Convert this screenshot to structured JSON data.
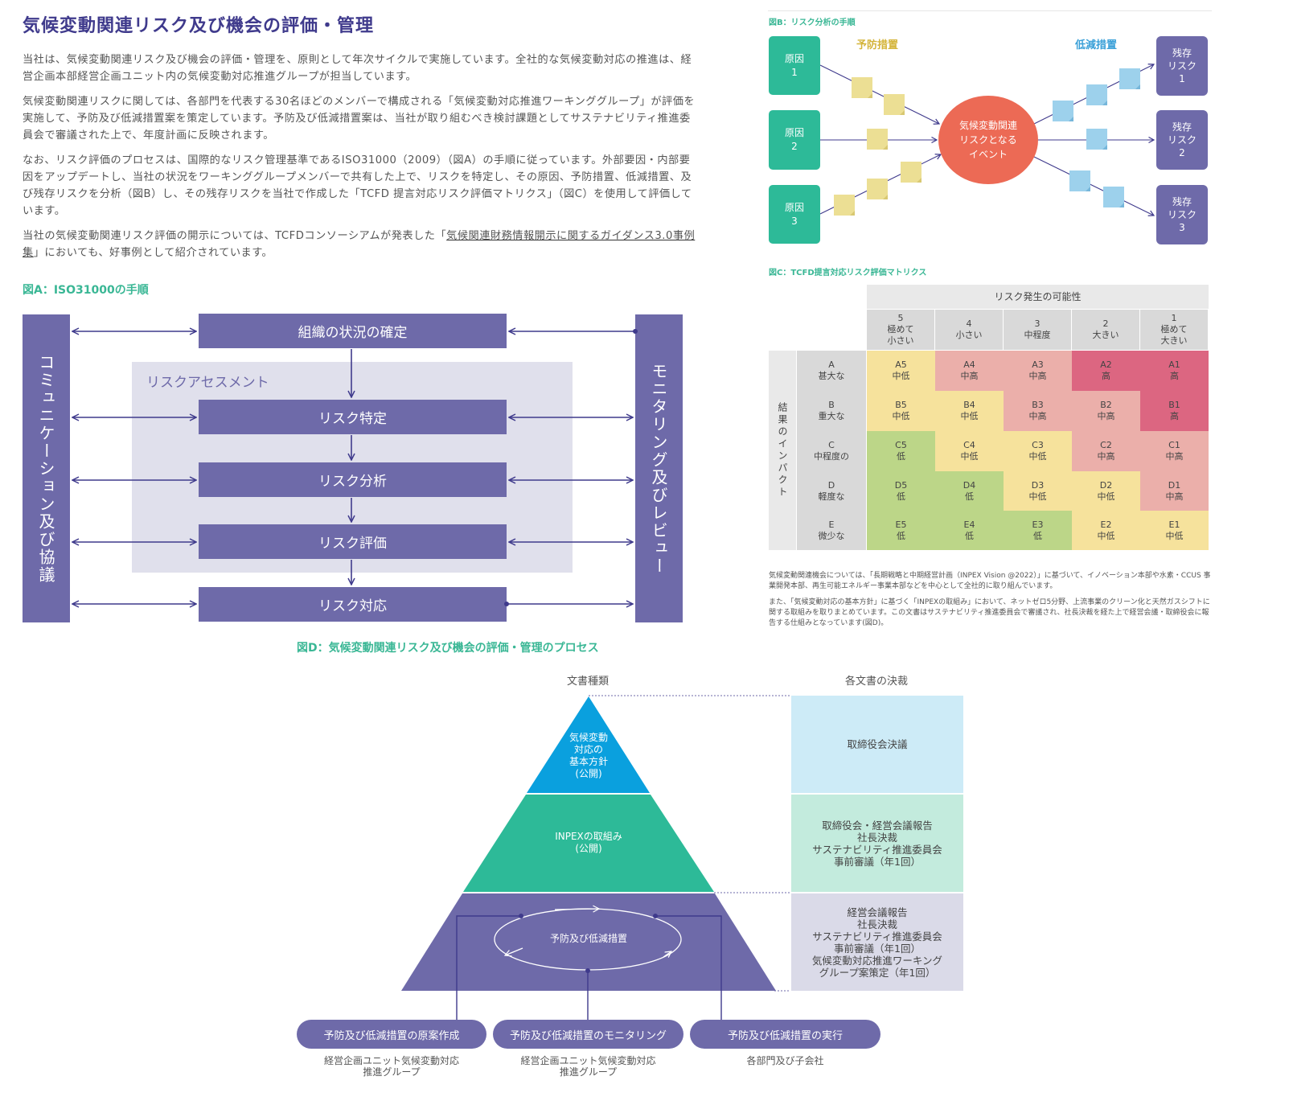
{
  "title": "気候変動関連リスク及び機会の評価・管理",
  "paragraphs": {
    "p1": "当社は、気候変動関連リスク及び機会の評価・管理を、原則として年次サイクルで実施しています。全社的な気候変動対応の推進は、経営企画本部経営企画ユニット内の気候変動対応推進グループが担当しています。",
    "p2": "気候変動関連リスクに関しては、各部門を代表する30名ほどのメンバーで構成される「気候変動対応推進ワーキンググループ」が評価を実施して、予防及び低減措置案を策定しています。予防及び低減措置案は、当社が取り組むべき検討課題としてサステナビリティ推進委員会で審議された上で、年度計画に反映されます。",
    "p3": "なお、リスク評価のプロセスは、国際的なリスク管理基準であるISO31000（2009）（図A）の手順に従っています。外部要因・内部要因をアップデートし、当社の状況をワーキンググループメンバーで共有した上で、リスクを特定し、その原因、予防措置、低減措置、及び残存リスクを分析（図B）し、その残存リスクを当社で作成した「TCFD 提言対応リスク評価マトリクス」（図C）を使用して評価しています。",
    "p4_a": "当社の気候変動関連リスク評価の開示については、TCFDコンソーシアムが発表した「",
    "p4_link": "気候関連財務情報開示に関するガイダンス3.0事例集",
    "p4_b": "」においても、好事例として紹介されています。"
  },
  "figA": {
    "caption": "図A：ISO31000の手順",
    "left_bar": "コミュニケーション及び協議",
    "right_bar": "モニタリング及びレビュー",
    "assessment": "リスクアセスメント",
    "steps": [
      "組織の状況の確定",
      "リスク特定",
      "リスク分析",
      "リスク評価",
      "リスク対応"
    ]
  },
  "figB": {
    "caption": "図B：リスク分析の手順",
    "prevent_label": "予防措置",
    "mitigate_label": "低減措置",
    "causes": [
      "原因\n1",
      "原因\n2",
      "原因\n3"
    ],
    "event": "気候変動関連\nリスクとなる\nイベント",
    "residuals": [
      "残存\nリスク\n1",
      "残存\nリスク\n2",
      "残存\nリスク\n3"
    ],
    "colors": {
      "cause": "#2dba98",
      "event": "#ec6a55",
      "residual": "#6e6aa9",
      "prevent_note": "#ecdf94",
      "mitigate_note": "#9dd1ec"
    }
  },
  "figC": {
    "caption": "図C：TCFD提言対応リスク評価マトリクス",
    "likelihood_title": "リスク発生の可能性",
    "impact_title": "結果のインパクト",
    "columns": [
      "5\n極めて\n小さい",
      "4\n小さい",
      "3\n中程度",
      "2\n大きい",
      "1\n極めて\n大きい"
    ],
    "rows": [
      "A\n甚大な",
      "B\n重大な",
      "C\n中程度の",
      "D\n軽度な",
      "E\n微少な"
    ],
    "cells": [
      [
        "A5\n中低",
        "A4\n中高",
        "A3\n中高",
        "A2\n高",
        "A1\n高"
      ],
      [
        "B5\n中低",
        "B4\n中低",
        "B3\n中高",
        "B2\n中高",
        "B1\n高"
      ],
      [
        "C5\n低",
        "C4\n中低",
        "C3\n中低",
        "C2\n中高",
        "C1\n中高"
      ],
      [
        "D5\n低",
        "D4\n低",
        "D3\n中低",
        "D2\n中低",
        "D1\n中高"
      ],
      [
        "E5\n低",
        "E4\n低",
        "E3\n低",
        "E2\n中低",
        "E1\n中低"
      ]
    ],
    "cell_colors": [
      [
        "#f6e29c",
        "#ebafaa",
        "#ebafaa",
        "#dc6681",
        "#dc6681"
      ],
      [
        "#f6e29c",
        "#f6e29c",
        "#ebafaa",
        "#ebafaa",
        "#dc6681"
      ],
      [
        "#bcd688",
        "#f6e29c",
        "#f6e29c",
        "#ebafaa",
        "#ebafaa"
      ],
      [
        "#bcd688",
        "#bcd688",
        "#f6e29c",
        "#f6e29c",
        "#ebafaa"
      ],
      [
        "#bcd688",
        "#bcd688",
        "#bcd688",
        "#f6e29c",
        "#f6e29c"
      ]
    ],
    "note1": "気候変動関連機会については、「長期戦略と中期経営計画（INPEX Vision @2022）」に基づいて、イノベーション本部や水素・CCUS 事業開発本部、再生可能エネルギー事業本部などを中心として全社的に取り組んでいます。",
    "note2": "また、「気候変動対応の基本方針」に基づく「INPEXの取組み」において、ネットゼロ5分野、上流事業のクリーン化と天然ガスシフトに関する取組みを取りまとめています。この文書はサステナビリティ推進委員会で審議され、社長決裁を経た上で経営会議・取締役会に報告する仕組みとなっています(図D)。"
  },
  "figD": {
    "caption": "図D：気候変動関連リスク及び機会の評価・管理のプロセス",
    "col_docs": "文書種類",
    "col_decisions": "各文書の決裁",
    "tiers": [
      "気候変動\n対応の\n基本方針\n(公開)",
      "INPEXの取組み\n(公開)",
      "予防及び低減措置"
    ],
    "decisions": [
      "取締役会決議",
      "取締役会・経営会議報告\n社長決裁\nサステナビリティ推進委員会\n事前審議（年1回）",
      "経営会議報告\n社長決裁\nサステナビリティ推進委員会\n事前審議（年1回）\n気候変動対応推進ワーキング\nグループ案策定（年1回）"
    ],
    "actions": [
      "予防及び低減措置の原案作成",
      "予防及び低減措置のモニタリング",
      "予防及び低減措置の実行"
    ],
    "owners": [
      "経営企画ユニット気候変動対応\n推進グループ",
      "経営企画ユニット気候変動対応\n推進グループ",
      "各部門及び子会社"
    ],
    "colors": {
      "tier1": "#0aa0de",
      "tier2": "#2dba98",
      "tier3": "#6e6aa9",
      "dec1": "#cdebf7",
      "dec2": "#c3ebdd",
      "dec3": "#dadae8"
    }
  }
}
